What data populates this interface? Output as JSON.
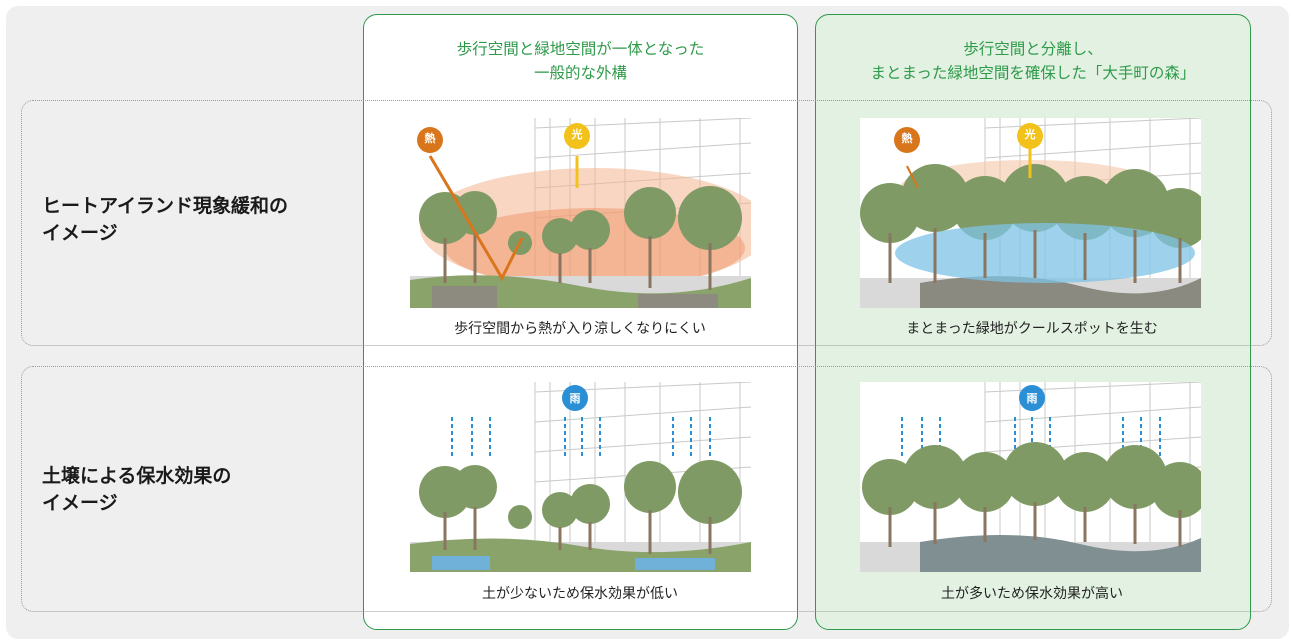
{
  "columns": [
    {
      "title": "歩行空間と緑地空間が一体となった\n一般的な外構"
    },
    {
      "title": "歩行空間と分離し、\nまとまった緑地空間を確保した「大手町の森」"
    }
  ],
  "rows": [
    {
      "label": "ヒートアイランド現象緩和の\nイメージ",
      "captions": [
        "歩行空間から熱が入り涼しくなりにくい",
        "まとまった緑地がクールスポットを生む"
      ],
      "badges": {
        "heat": "熱",
        "light": "光"
      }
    },
    {
      "label": "土壌による保水効果の\nイメージ",
      "captions": [
        "土が少ないため保水効果が低い",
        "土が多いため保水効果が高い"
      ],
      "badges": {
        "rain": "雨"
      }
    }
  ],
  "colors": {
    "accent_green": "#2e9a4a",
    "heat_orange": "#d9761c",
    "light_yellow": "#f2c21a",
    "rain_blue": "#2b8fd6",
    "panel_bg": "#efefef",
    "column_b_bg": "#e2f1e2"
  }
}
